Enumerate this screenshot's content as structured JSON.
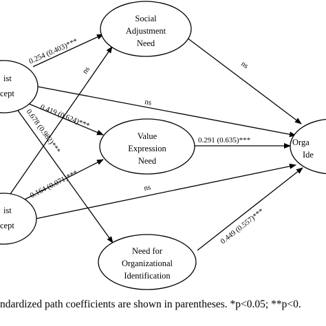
{
  "nodes": {
    "left_top": [
      "ist",
      "cept"
    ],
    "left_bottom": [
      "ist",
      "cept"
    ],
    "social": [
      "Social",
      "Adjustment",
      "Need"
    ],
    "value": [
      "Value",
      "Expression",
      "Need"
    ],
    "need_org": [
      "Need for",
      "Organizational",
      "Identification"
    ],
    "right": [
      "Orga",
      "Ide"
    ]
  },
  "paths": {
    "lt_social": "0.254 (0.403)***",
    "lt_value": "0.419 (0.624)***",
    "lt_need": "0.678 (0.982)***",
    "lt_right": "ns",
    "lb_social": "ns",
    "lb_value": "0.164 (0.071)***",
    "lb_right": "ns",
    "social_right": "ns",
    "value_right": "0.291 (0.635)***",
    "need_right": "0.449 (0.557)***"
  },
  "note": "ndardized path coefficients are shown in parentheses. *p<0.05; **p<0."
}
